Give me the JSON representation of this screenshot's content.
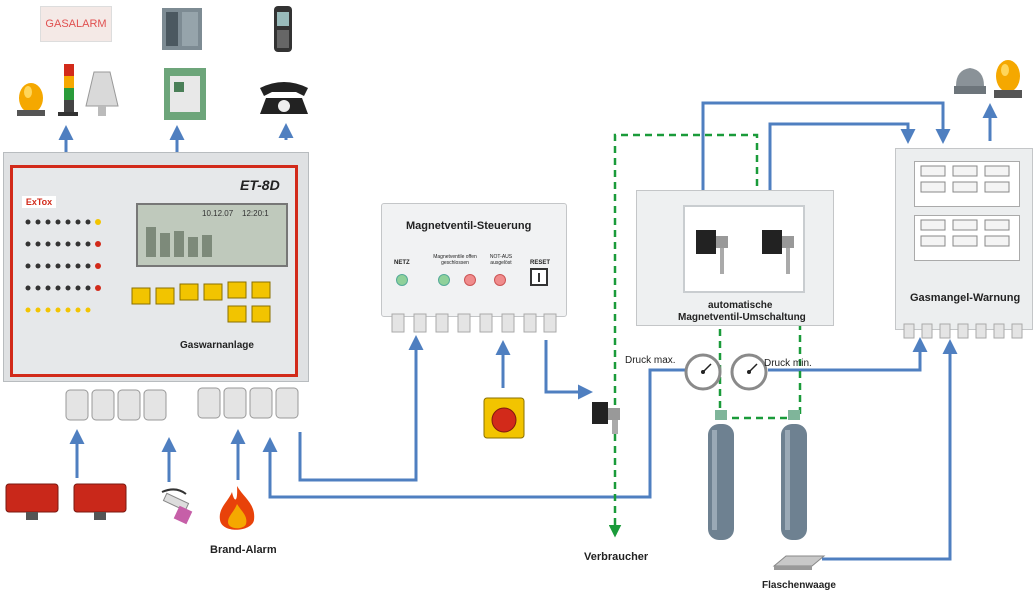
{
  "colors": {
    "flow_line": "#4f7fc0",
    "gas_line": "#1a9b3a",
    "panel_red": "#d22a1a",
    "panel_grey": "#d9dbdd"
  },
  "gasalarm_sign": "GASALARM",
  "main_unit": {
    "brand": "ExTox",
    "model": "ET-8D",
    "title": "Gaswarnanlage",
    "display_date": "10.12.07",
    "display_time": "12:20:1"
  },
  "valve_control": {
    "title": "Magnetventil-Steuerung",
    "netz": "NETZ",
    "valves_closed": "Magnetventile offen geschlossen",
    "notaus": "NOT-AUS ausgelöst",
    "reset": "RESET"
  },
  "switchover": {
    "title_line1": "automatische",
    "title_line2": "Magnetventil-Umschaltung"
  },
  "gas_shortage": {
    "title": "Gasmangel-Warnung"
  },
  "labels": {
    "pressure_max": "Druck max.",
    "pressure_min": "Druck min.",
    "fire_alarm": "Brand-Alarm",
    "consumer": "Verbraucher",
    "scale": "Flaschenwaage"
  }
}
